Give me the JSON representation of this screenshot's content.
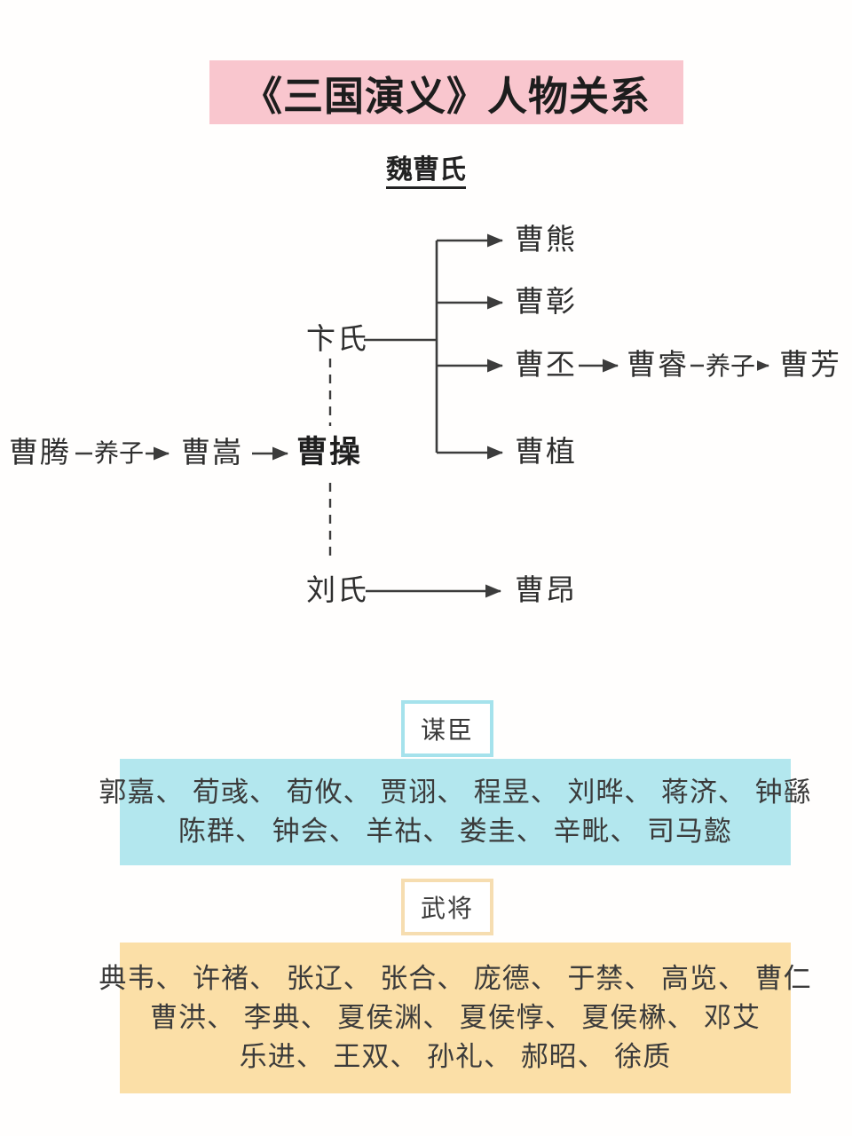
{
  "title": "《三国演义》人物关系",
  "subtitle": "魏曹氏",
  "tree": {
    "cao_teng": "曹腾",
    "adopt_label_1": "养子",
    "cao_song": "曹嵩",
    "cao_cao": "曹操",
    "bian_shi": "卞氏",
    "liu_shi": "刘氏",
    "cao_xiong": "曹熊",
    "cao_zhang": "曹彰",
    "cao_pi": "曹丕",
    "cao_rui": "曹睿",
    "adopt_label_2": "养子",
    "cao_fang": "曹芳",
    "cao_zhi": "曹植",
    "cao_ang": "曹昂"
  },
  "advisors": {
    "label": "谋臣",
    "line1": "郭嘉、 荀彧、 荀攸、 贾诩、 程昱、 刘晔、 蒋济、 钟繇",
    "line2": "陈群、 钟会、 羊祜、 娄圭、 辛毗、 司马懿"
  },
  "generals": {
    "label": "武将",
    "line1": "典韦、 许褚、 张辽、 张合、 庞德、 于禁、 高览、 曹仁",
    "line2": "曹洪、 李典、 夏侯渊、 夏侯惇、 夏侯楙、 邓艾",
    "line3": "乐进、 王双、 孙礼、 郝昭、 徐质"
  },
  "colors": {
    "title_banner": "#f9c6ce",
    "advisors_box": "#b3e7ee",
    "advisors_border": "#a5e2ec",
    "generals_box": "#fbdfa7",
    "generals_border": "#f6ddb0",
    "line_color": "#3c3c3c",
    "text_color": "#2f2f2f"
  }
}
